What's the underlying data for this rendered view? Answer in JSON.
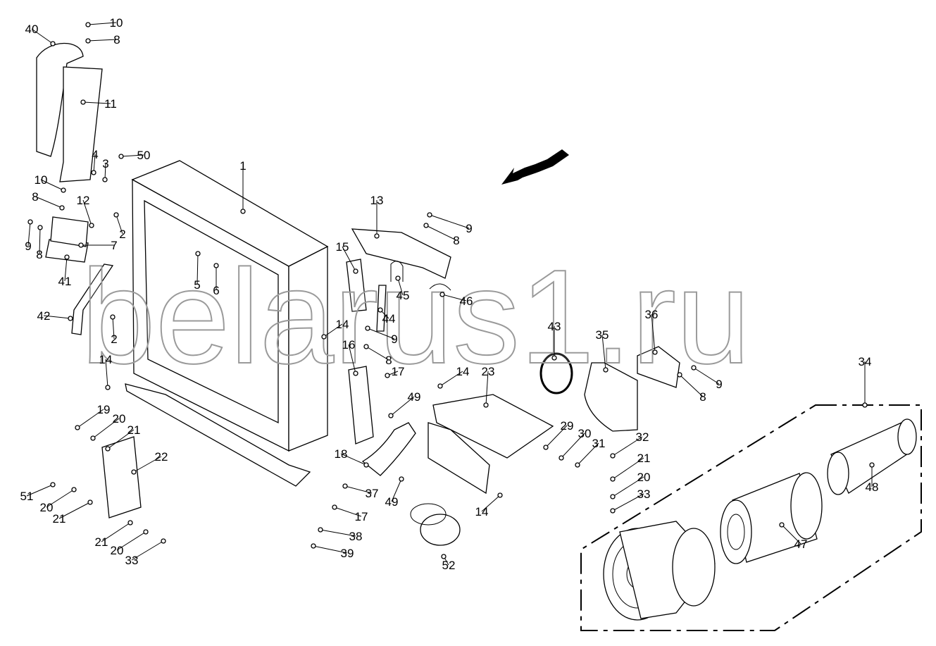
{
  "title": "Radiator frame and air cleaner assembly",
  "watermark": "belarus1.ru",
  "callouts": [
    "10",
    "8",
    "40",
    "11",
    "4",
    "3",
    "50",
    "1",
    "10",
    "8",
    "12",
    "2",
    "9",
    "8",
    "7",
    "41",
    "5",
    "6",
    "42",
    "2",
    "14",
    "14",
    "13",
    "15",
    "9",
    "8",
    "45",
    "46",
    "44",
    "9",
    "8",
    "16",
    "17",
    "14",
    "23",
    "43",
    "35",
    "36",
    "9",
    "8",
    "34",
    "49",
    "18",
    "37",
    "49",
    "17",
    "38",
    "39",
    "52",
    "14",
    "29",
    "30",
    "31",
    "32",
    "21",
    "20",
    "33",
    "48",
    "47",
    "19",
    "20",
    "21",
    "22",
    "51",
    "20",
    "21",
    "21",
    "20",
    "33"
  ],
  "colors": {
    "line": "#000000",
    "watermark": "#9a9a9a"
  }
}
